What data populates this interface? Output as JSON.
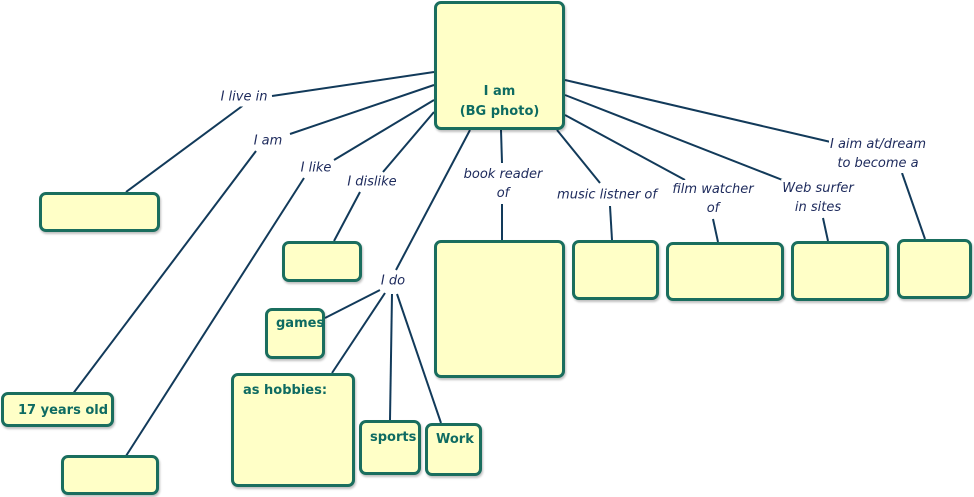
{
  "center": {
    "label": "I am\n(BG photo)"
  },
  "links": {
    "live_in": "I live in",
    "i_am": "I am",
    "i_like": "I like",
    "i_dislike": "I dislike",
    "i_do": "I do",
    "book_reader": "book reader\nof",
    "music_listner": "music listner of",
    "film_watcher": "film watcher\nof",
    "web_surfer": "Web surfer\nin sites",
    "aim_dream": "I aim at/dream\nto become a"
  },
  "nodes": {
    "age": "17 years old",
    "games": "games",
    "hobbies": "as hobbies:",
    "sports": "sports",
    "work": "Work",
    "live_in": "",
    "like": "",
    "dislike": "",
    "book": "",
    "music": "",
    "film": "",
    "web": "",
    "aim": ""
  }
}
